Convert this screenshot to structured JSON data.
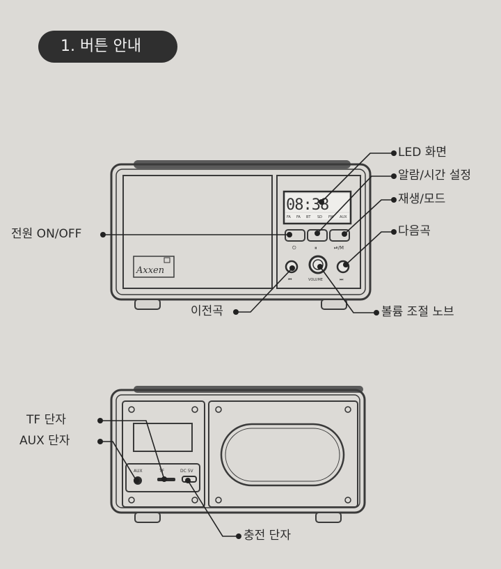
{
  "section": {
    "title": "1. 버튼 안내"
  },
  "front": {
    "brand": "Axxen",
    "display_digits": "08:38",
    "mode_indicators": [
      "FA",
      "FA",
      "BT",
      "SD",
      "FM",
      "AUX"
    ],
    "button_marks": [
      "⏻",
      "⏸",
      "⏯/M"
    ],
    "knob_label": "VOLUME",
    "skip_marks": [
      "⏮",
      "⏭"
    ],
    "callouts": {
      "led": "LED 화면",
      "alarm": "알람/시간 설정",
      "play_mode": "재생/모드",
      "next": "다음곡",
      "power": "전원 ON/OFF",
      "prev": "이전곡",
      "volume": "볼륨 조절 노브"
    }
  },
  "back": {
    "port_labels": [
      "AUX",
      "TF",
      "DC 5V"
    ],
    "callouts": {
      "tf": "TF 단자",
      "aux": "AUX 단자",
      "charge": "충전 단자"
    }
  },
  "colors": {
    "background": "#dcdad6",
    "ink": "#2a2a2a",
    "pill": "#2f2f2f"
  }
}
